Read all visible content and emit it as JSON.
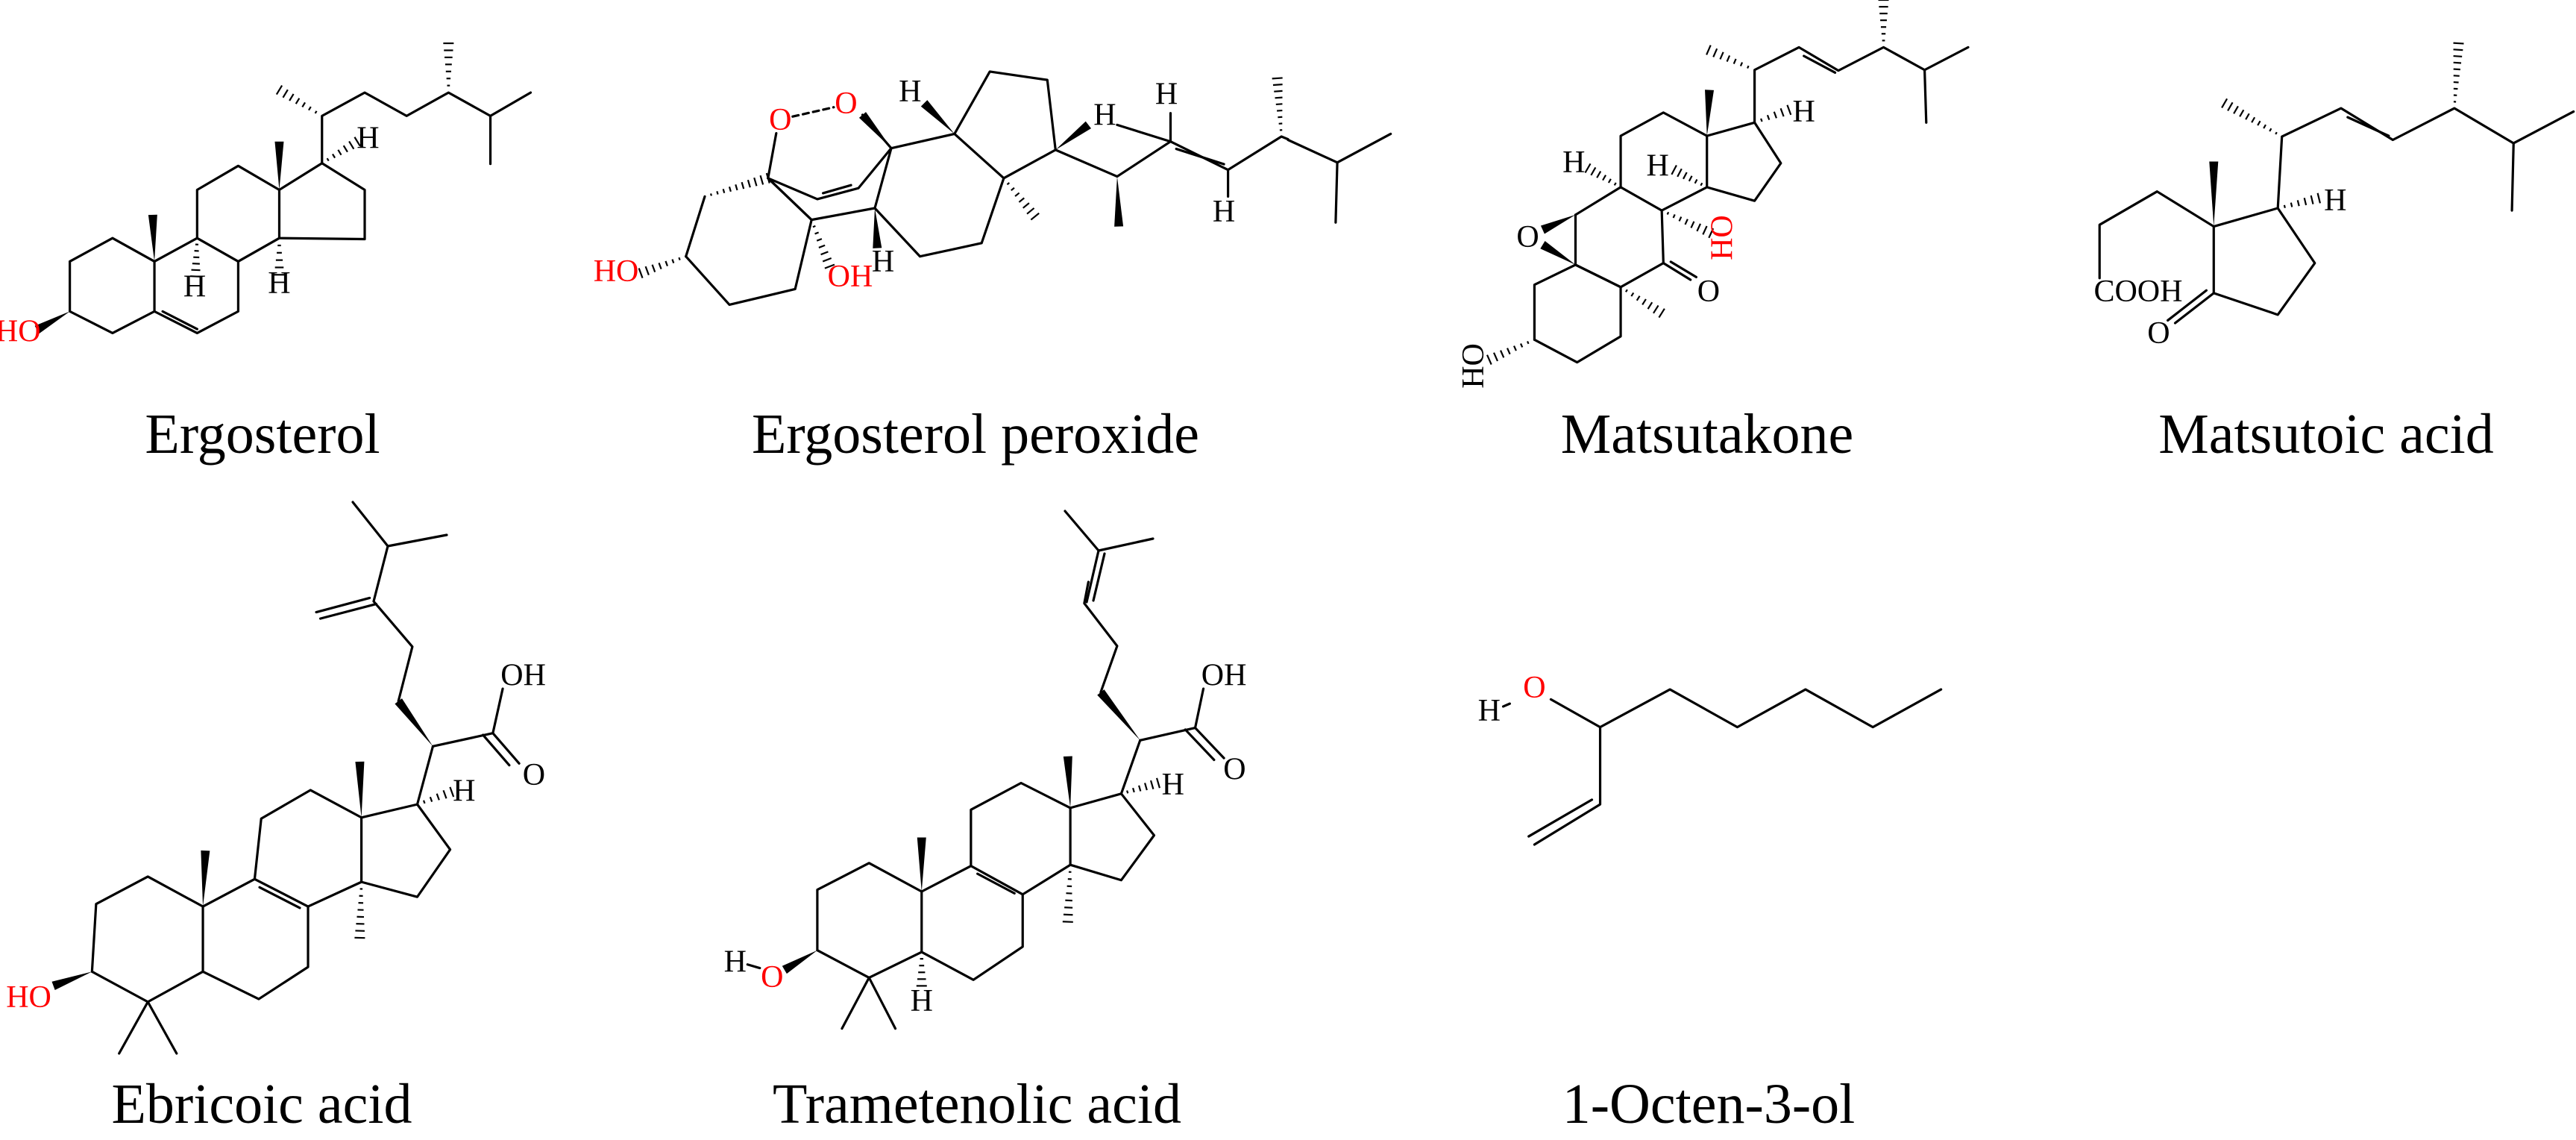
{
  "colors": {
    "bond": "#000000",
    "heteroatom": "#ff0000",
    "text": "#000000"
  },
  "molecules": [
    {
      "name": "Ergosterol",
      "atom_labels": [
        "HO",
        "H",
        "H",
        "H"
      ]
    },
    {
      "name": "Ergosterol peroxide",
      "atom_labels": [
        "O",
        "O",
        "H",
        "H",
        "H",
        "H",
        "H",
        "OH",
        "HO"
      ]
    },
    {
      "name": "Matsutakone",
      "atom_labels": [
        "H",
        "H",
        "H",
        "O",
        "HO",
        "O",
        "HO"
      ]
    },
    {
      "name": "Matsutoic acid",
      "atom_labels": [
        "H",
        "COOH",
        "O"
      ]
    },
    {
      "name": "Ebricoic acid",
      "atom_labels": [
        "OH",
        "O",
        "H",
        "HO"
      ]
    },
    {
      "name": "Trametenolic acid",
      "atom_labels": [
        "OH",
        "O",
        "H",
        "H",
        "O",
        "H"
      ]
    },
    {
      "name": "1-Octen-3-ol",
      "atom_labels": [
        "O",
        "H"
      ]
    }
  ]
}
